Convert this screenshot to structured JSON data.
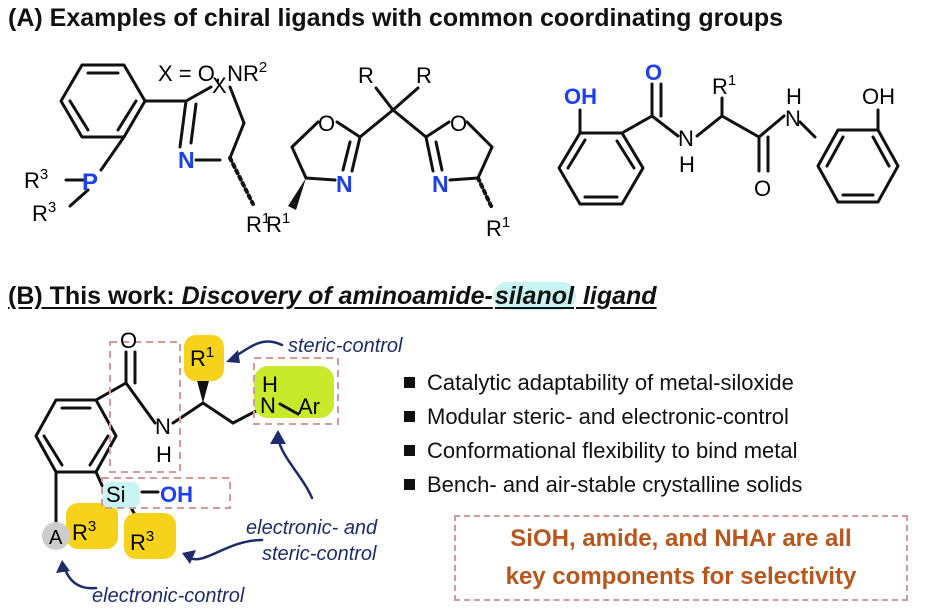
{
  "section_a": {
    "heading": "(A) Examples of chiral ligands with common coordinating groups",
    "ligand1": {
      "x_def": "X = O, NR",
      "x_def_sup": "2",
      "ring_x": "X",
      "atom_p": "P",
      "atom_n": "N",
      "sub_r3a": "R",
      "sub_r3a_sup": "3",
      "sub_r3b": "R",
      "sub_r3b_sup": "3",
      "sub_r1": "R",
      "sub_r1_sup": "1"
    },
    "ligand2": {
      "r_left": "R",
      "r_right": "R",
      "o_left": "O",
      "o_right": "O",
      "n_left": "N",
      "n_right": "N",
      "r1_left": "R",
      "r1_left_sup": "1",
      "r1_right": "R",
      "r1_right_sup": "1"
    },
    "ligand3": {
      "oh_left": "OH",
      "o_top": "O",
      "r1": "R",
      "r1_sup": "1",
      "nh_left": "H",
      "n_left": "N",
      "h_right": "H",
      "n_right": "N",
      "o_bottom": "O",
      "oh_right": "OH"
    }
  },
  "section_b": {
    "heading_prefix": "(B) This work: ",
    "heading_italic_a": "Discovery of aminoamide-",
    "heading_highlight": "silanol",
    "heading_italic_b": " ligand",
    "structure": {
      "o_amide": "O",
      "n_amide": "N",
      "h_amide": "H",
      "r1": "R",
      "r1_sup": "1",
      "nh_h": "H",
      "nh_n": "N",
      "ar": "Ar",
      "si": "Si",
      "oh": "OH",
      "r3a": "R",
      "r3a_sup": "3",
      "r3b": "R",
      "r3b_sup": "3",
      "a_group": "A"
    },
    "labels": {
      "steric": "steric-control",
      "electronic_steric_1": "electronic- and",
      "electronic_steric_2": "steric-control",
      "electronic": "electronic-control"
    },
    "bullets": [
      "Catalytic adaptability of metal-siloxide",
      "Modular steric- and electronic-control",
      "Conformational flexibility to bind metal",
      "Bench- and air-stable crystalline solids"
    ],
    "callout_line1": "SiOH, amide, and NHAr are all",
    "callout_line2": "key components for selectivity"
  },
  "colors": {
    "blue": "#1c3ff0",
    "yellow": "#f7d21a",
    "lime": "#c9ea2a",
    "cyan": "#c8f4f4",
    "navy": "#1d2c6b",
    "dash": "#d49a98",
    "orange": "#b8561c",
    "gray": "#cccccc"
  }
}
